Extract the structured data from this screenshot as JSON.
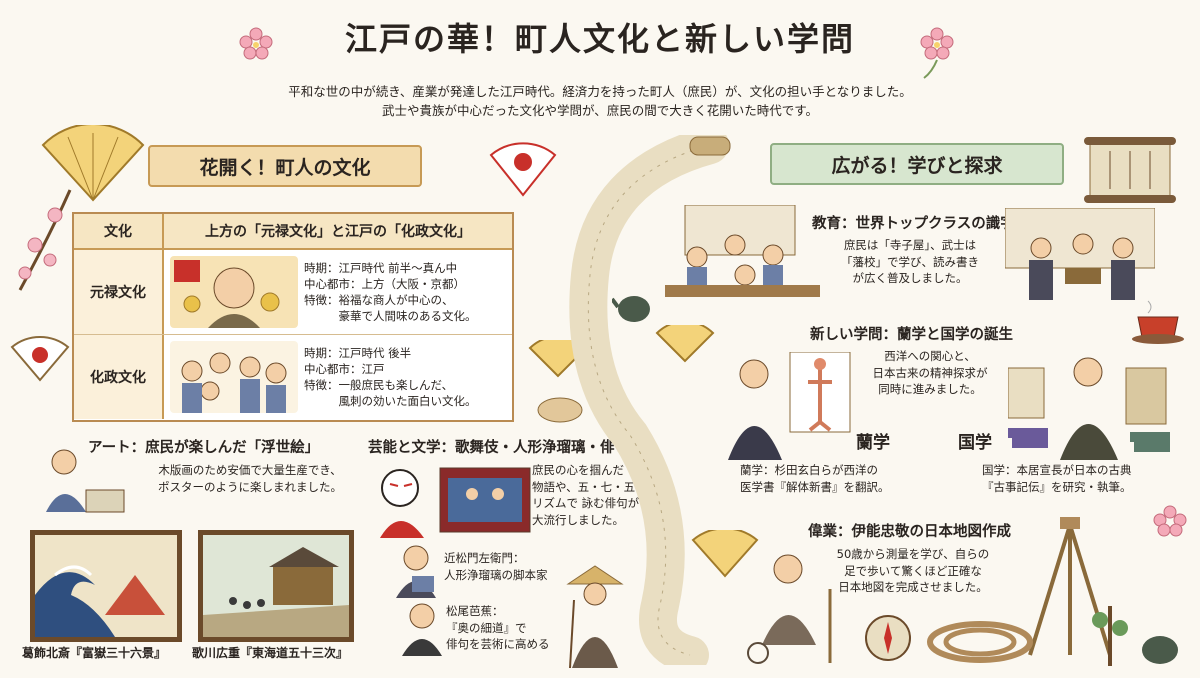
{
  "title": "江戸の華！町人文化と新しい学問",
  "intro": {
    "line1": "平和な世の中が続き、産業が発達した江戸時代。経済力を持った町人（庶民）が、文化の担い手となりました。",
    "line2": "武士や貴族が中心だった文化や学問が、庶民の間で大きく花開いた時代です。"
  },
  "left_banner": "花開く！町人の文化",
  "right_banner": "広がる！学びと探求",
  "table": {
    "head_col1": "文化",
    "head_col2": "上方の「元禄文化」と江戸の「化政文化」",
    "rows": [
      {
        "name": "元禄文化",
        "line1": "時期：江戸時代 前半〜真ん中",
        "line2": "中心都市：上方（大阪・京都）",
        "line3": "特徴：裕福な商人が中心の、",
        "line4": "　　　豪華で人間味のある文化。"
      },
      {
        "name": "化政文化",
        "line1": "時期：江戸時代 後半",
        "line2": "中心都市：江戸",
        "line3": "特徴：一般庶民も楽しんだ、",
        "line4": "　　　風刺の効いた面白い文化。"
      }
    ]
  },
  "art": {
    "heading": "アート：庶民が楽しんだ「浮世絵」",
    "line1": "木版画のため安価で大量生産でき、",
    "line2": "ポスターのように楽しまれました。",
    "caption1": "葛飾北斎『富嶽三十六景』",
    "caption2": "歌川広重『東海道五十三次』"
  },
  "performing": {
    "heading": "芸能と文学：歌舞伎・人形浄瑠璃・俳句",
    "line1": "庶民の心を掴んだ",
    "line2": "物語や、五・七・五の",
    "line3": "リズムで 詠む俳句が",
    "line4": "大流行しました。",
    "chika_line1": "近松門左衛門：",
    "chika_line2": "人形浄瑠璃の脚本家",
    "basho_line1": "松尾芭蕉：",
    "basho_line2": "『奥の細道』で",
    "basho_line3": "俳句を芸術に高める"
  },
  "education": {
    "heading": "教育：世界トップクラスの識字率",
    "line1": "庶民は「寺子屋」、武士は",
    "line2": "「藩校」で学び、読み書き",
    "line3": "が広く普及しました。"
  },
  "studies": {
    "heading": "新しい学問：蘭学と国学の誕生",
    "line1": "西洋への関心と、",
    "line2": "日本古来の精神探求が",
    "line3": "同時に進みました。",
    "rangaku": "蘭学",
    "kokugaku": "国学",
    "rangaku_line1": "蘭学：杉田玄白らが西洋の",
    "rangaku_line2": "医学書『解体新書』を翻訳。",
    "kokugaku_line1": "国学：本居宣長が日本の古典",
    "kokugaku_line2": "『古事記伝』を研究・執筆。"
  },
  "ino": {
    "heading": "偉業：伊能忠敬の日本地図作成",
    "line1": "50歳から測量を学び、自らの",
    "line2": "足で歩いて驚くほど正確な",
    "line3": "日本地図を完成させました。"
  },
  "colors": {
    "accent": "#c79a55",
    "green": "#8fae83",
    "red": "#c8302a",
    "sakura": "#f4b6c2"
  }
}
